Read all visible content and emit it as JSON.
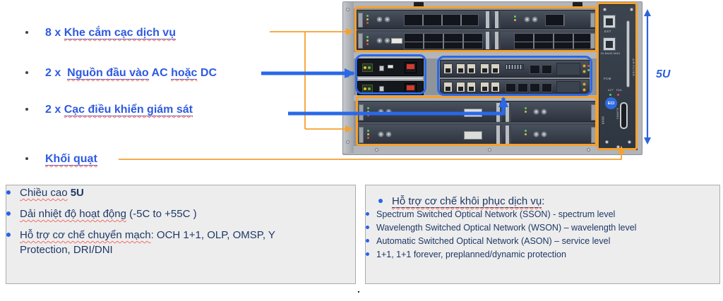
{
  "palette": {
    "orange": "#F5A12D",
    "blue": "#2A68E8",
    "text_blue": "#2D5AE0",
    "dark_navy": "#1F3864",
    "squiggle_red": "#F26D5F",
    "box_bg": "#EDEDEE",
    "box_border": "#ABABAB"
  },
  "callouts": [
    {
      "id": "service-slots",
      "segments": [
        {
          "t": "8 x "
        },
        {
          "t": "Khe cắm cạc dịch vụ",
          "u": true,
          "w": true
        }
      ]
    },
    {
      "id": "power-inputs",
      "segments": [
        {
          "t": "2 x  "
        },
        {
          "t": "Nguồn đầu vào",
          "u": true,
          "w": true
        },
        {
          "t": " AC "
        },
        {
          "t": "hoặc",
          "u": true,
          "w": true
        },
        {
          "t": " DC"
        }
      ]
    },
    {
      "id": "controllers",
      "segments": [
        {
          "t": "2 x "
        },
        {
          "t": "Cạc điều khiển giám sát",
          "u": true,
          "w": true
        }
      ]
    },
    {
      "id": "fan-unit",
      "segments": [
        {
          "t": "Khối quạt",
          "u": true,
          "w": true
        }
      ]
    }
  ],
  "dimension_label": "5U",
  "spec_left": {
    "items": [
      [
        {
          "t": "Chiều cao",
          "w": true
        },
        {
          "t": " "
        },
        {
          "t": "5U",
          "b": true
        }
      ],
      [
        {
          "t": "Dải nhiệt độ hoạt động",
          "w": true
        },
        {
          "t": " (-5C to +55C )"
        }
      ],
      [
        {
          "t": "Hỗ trợ cơ chế chuyển mạch",
          "w": true
        },
        {
          "t": ": OCH 1+1, OLP, OMSP, Y Protection, DRI/DNI"
        }
      ]
    ]
  },
  "spec_right": {
    "header": [
      {
        "t": "Hỗ trợ cơ chế khôi phục dịch vụ",
        "u": true,
        "w": true
      },
      {
        "t": ":"
      }
    ],
    "items": [
      "Spectrum Switched Optical Network (SSON) - spectrum level",
      "Wavelength Switched Optical Network (WSON) – wavelength level",
      "Automatic Switched Optical Network (ASON) – service level",
      "1+1, 1+1 forever, preplanned/dynamic protection"
    ]
  },
  "device": {
    "labels": {
      "ext": "EXT",
      "inband": "IN-BAND MNG",
      "fcm": "FCM",
      "air_filter": "AIR FILTER",
      "act": "ACT",
      "fail": "FAIL",
      "logo": "ECI",
      "alarms": "ALARMS",
      "model": "9608"
    }
  },
  "footer_dot": "."
}
